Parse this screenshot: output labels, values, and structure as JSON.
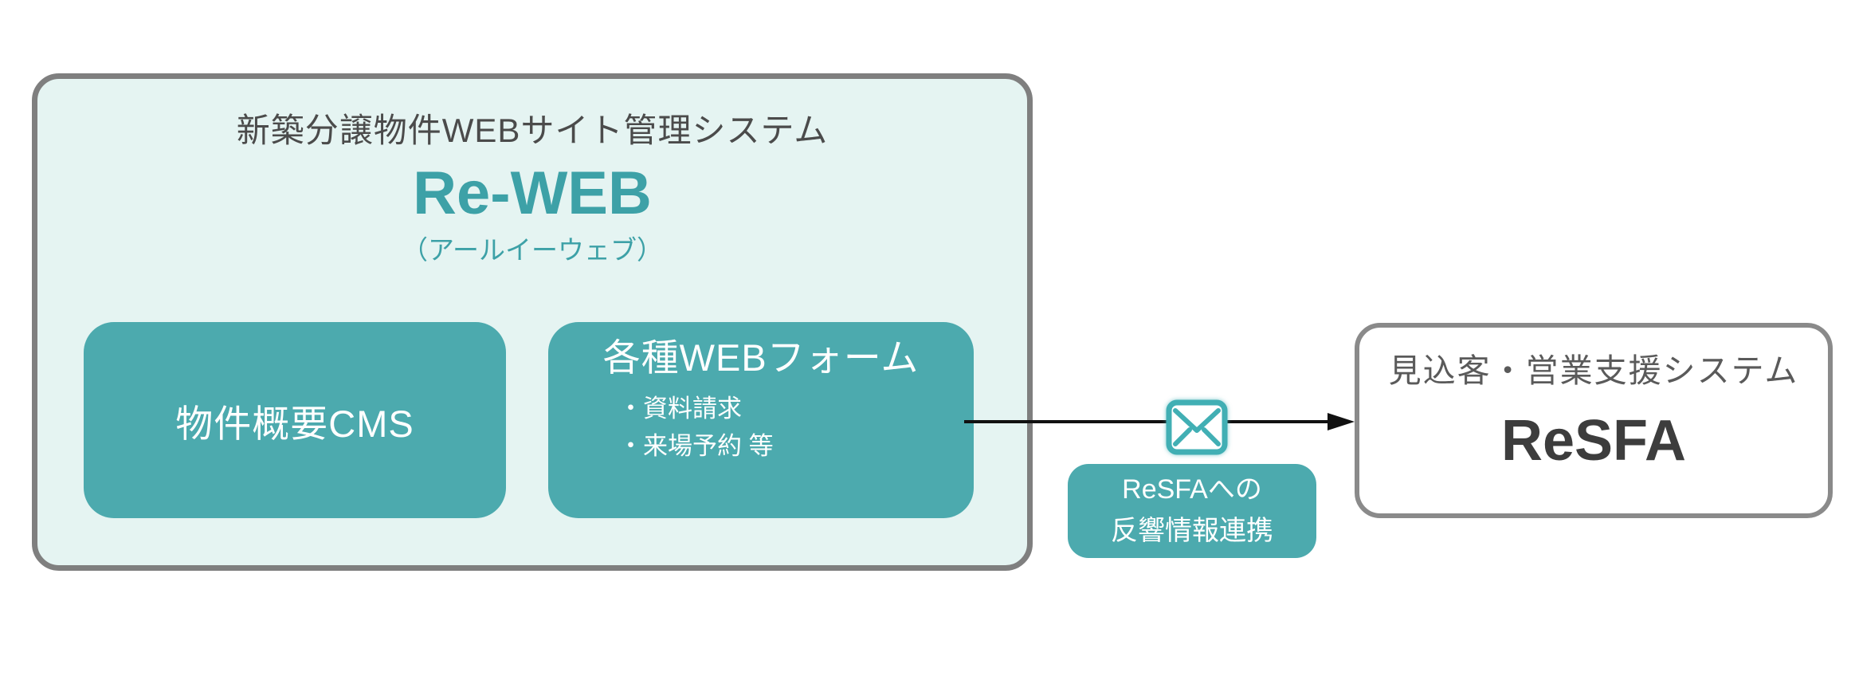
{
  "reweb": {
    "system_label": "新築分譲物件WEBサイト管理システム",
    "product_name": "Re-WEB",
    "reading": "（アールイーウェブ）",
    "modules": {
      "cms": {
        "label": "物件概要CMS"
      },
      "forms": {
        "title": "各種WEBフォーム",
        "items": [
          "・資料請求",
          "・来場予約 等"
        ]
      }
    }
  },
  "flow": {
    "icon": "envelope-icon",
    "label_line1": "ReSFAへの",
    "label_line2": "反響情報連携"
  },
  "resfa": {
    "system_label": "見込客・営業支援システム",
    "product_name": "ReSFA"
  },
  "colors": {
    "teal_fill": "#4caaae",
    "teal_text": "#3da1a7",
    "mint_background": "#e5f4f2",
    "container_border_gray": "#7f7f7f",
    "resfa_border_gray": "#8a8a8a",
    "heading_gray": "#4b4b4b",
    "resfa_label_gray": "#5a5a5a",
    "resfa_text_dark": "#3d3d3d",
    "arrow_black": "#111111",
    "white": "#ffffff"
  }
}
